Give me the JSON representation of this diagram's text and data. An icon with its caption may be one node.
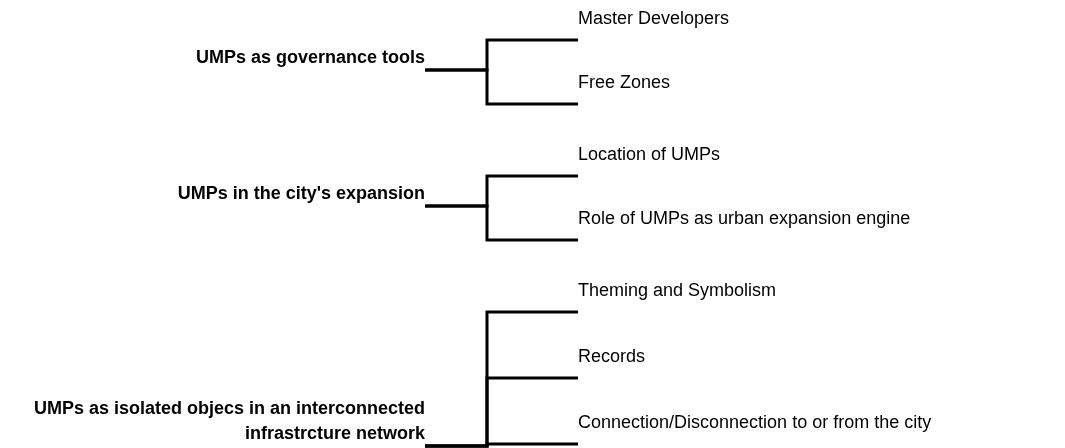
{
  "diagram": {
    "nodes": [
      {
        "text": [
          "UMPs as governance tools"
        ]
      },
      {
        "text": [
          "Master Developers"
        ]
      },
      {
        "text": [
          "Free Zones"
        ]
      },
      {
        "text": [
          "UMPs in the city's expansion"
        ]
      },
      {
        "text": [
          "Location of UMPs"
        ]
      },
      {
        "text": [
          "Role of UMPs as urban expansion engine"
        ]
      },
      {
        "text": [
          "UMPs as isolated objecs in an interconnected infrastrcture network"
        ]
      },
      {
        "text": [
          "Theming and Symbolism"
        ]
      },
      {
        "text": [
          "Records"
        ]
      },
      {
        "text": [
          "Connection/Disconnection to or from the city"
        ]
      }
    ],
    "edges": [
      {
        "from": 0,
        "to": 1,
        "arrow": "none"
      },
      {
        "from": 0,
        "to": 2,
        "arrow": "none"
      },
      {
        "from": 3,
        "to": 4,
        "arrow": "none"
      },
      {
        "from": 3,
        "to": 5,
        "arrow": "none"
      },
      {
        "from": 6,
        "to": 7,
        "arrow": "none"
      },
      {
        "from": 6,
        "to": 8,
        "arrow": "none"
      },
      {
        "from": 6,
        "to": 9,
        "arrow": "none"
      }
    ]
  }
}
